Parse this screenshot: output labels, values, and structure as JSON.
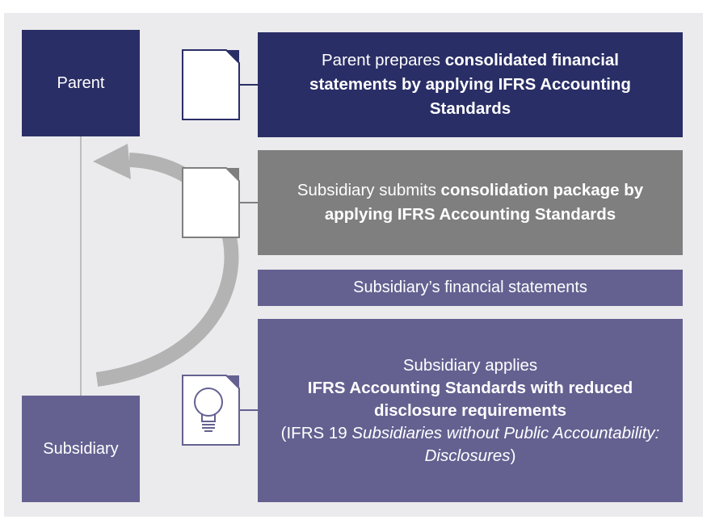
{
  "parent": {
    "label": "Parent"
  },
  "subsidiary": {
    "label": "Subsidiary"
  },
  "box1": {
    "text_a": "Parent prepares ",
    "text_b": "consolidated financial statements by applying IFRS Accounting Standards"
  },
  "box2": {
    "text_a": "Subsidiary submits ",
    "text_b": "consolidation package by applying IFRS Accounting Standards"
  },
  "box3": {
    "text": "Subsidiary’s financial statements"
  },
  "box4": {
    "line1": "Subsidiary applies",
    "bold": "IFRS Accounting Standards with reduced disclosure requirements",
    "paren_open": "(IFRS 19 ",
    "italic": "Subsidiaries without Public Accountability: Disclosures",
    "paren_close": ")"
  },
  "colors": {
    "dark_navy": "#2a2e66",
    "gray": "#7f7f7f",
    "purple": "#646191",
    "background": "#ebebed"
  },
  "icons": [
    "document-icon",
    "document-icon",
    "lightbulb-document-icon",
    "curved-arrow-icon"
  ]
}
